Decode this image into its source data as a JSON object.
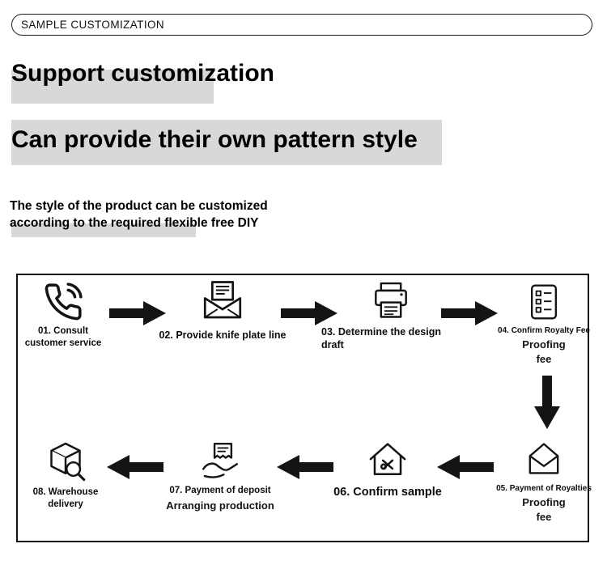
{
  "colors": {
    "ink": "#141414",
    "highlight": "#d8d8d8"
  },
  "banner": {
    "label": "SAMPLE CUSTOMIZATION"
  },
  "intro": {
    "heading1": "Support customization",
    "heading2": "Can provide their own pattern style",
    "subtext_line1": "The style of the product can be customized",
    "subtext_line2": "according to the required flexible free DIY"
  },
  "flow": {
    "steps": [
      {
        "name": "consult",
        "line1": "01. Consult",
        "line2": "customer service"
      },
      {
        "name": "knife-plate",
        "line1": "02. Provide knife plate line"
      },
      {
        "name": "design-draft",
        "line1": "03. Determine the design",
        "line2": "draft"
      },
      {
        "name": "confirm-royalty",
        "line1": "04. Confirm Royalty Fee",
        "line2": "Proofing",
        "line3": "fee"
      },
      {
        "name": "pay-royalties",
        "line1": "05. Payment of Royalties",
        "line2": "Proofing",
        "line3": "fee"
      },
      {
        "name": "confirm-sample",
        "line1": "06. Confirm sample"
      },
      {
        "name": "pay-deposit",
        "line1": "07. Payment of deposit",
        "line2": "Arranging production"
      },
      {
        "name": "warehouse",
        "line1": "08. Warehouse",
        "line2": "delivery"
      }
    ]
  }
}
